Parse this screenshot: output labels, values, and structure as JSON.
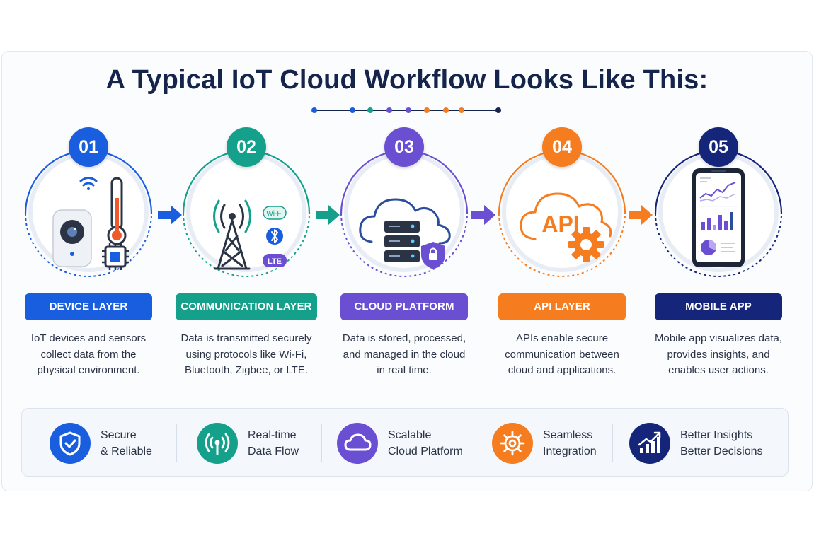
{
  "title": "A Typical IoT Cloud Workflow Looks Like This:",
  "colors": {
    "blue": "#1a5ee0",
    "teal": "#14a08a",
    "purple": "#6b4fd3",
    "orange": "#f57c1f",
    "navy": "#15257a",
    "title": "#15244a"
  },
  "steps": [
    {
      "number": "01",
      "label": "DEVICE LAYER",
      "desc_lines": [
        "IoT devices and sensors",
        "collect data from the",
        "physical environment."
      ],
      "icons": [
        "camera-sensor-icon",
        "wifi-icon",
        "thermometer-icon",
        "chip-icon"
      ]
    },
    {
      "number": "02",
      "label": "COMMUNICATION LAYER",
      "desc_lines": [
        "Data is transmitted securely",
        "using protocols like Wi-Fi,",
        "Bluetooth, Zigbee, or LTE."
      ],
      "icons": [
        "cell-tower-icon",
        "bluetooth-icon"
      ],
      "tags": [
        "Wi-Fi",
        "LTE"
      ]
    },
    {
      "number": "03",
      "label": "CLOUD PLATFORM",
      "desc_lines": [
        "Data is stored, processed,",
        "and managed in the cloud",
        "in real time."
      ],
      "icons": [
        "cloud-icon",
        "server-icon",
        "shield-lock-icon"
      ]
    },
    {
      "number": "04",
      "label": "API LAYER",
      "desc_lines": [
        "APIs enable secure",
        "communication between",
        "cloud and applications."
      ],
      "icons": [
        "cloud-icon",
        "gear-icon"
      ],
      "api_text": "API"
    },
    {
      "number": "05",
      "label": "MOBILE APP",
      "desc_lines": [
        "Mobile app visualizes data,",
        "provides insights, and",
        "enables user actions."
      ],
      "icons": [
        "smartphone-dashboard-icon"
      ]
    }
  ],
  "benefits": [
    {
      "line1": "Secure",
      "line2": "& Reliable",
      "icon": "shield-check-icon"
    },
    {
      "line1": "Real-time",
      "line2": "Data Flow",
      "icon": "signal-icon"
    },
    {
      "line1": "Scalable",
      "line2": "Cloud Platform",
      "icon": "cloud-icon"
    },
    {
      "line1": "Seamless",
      "line2": "Integration",
      "icon": "gear-icon"
    },
    {
      "line1": "Better Insights",
      "line2": "Better Decisions",
      "icon": "growth-chart-icon"
    }
  ]
}
